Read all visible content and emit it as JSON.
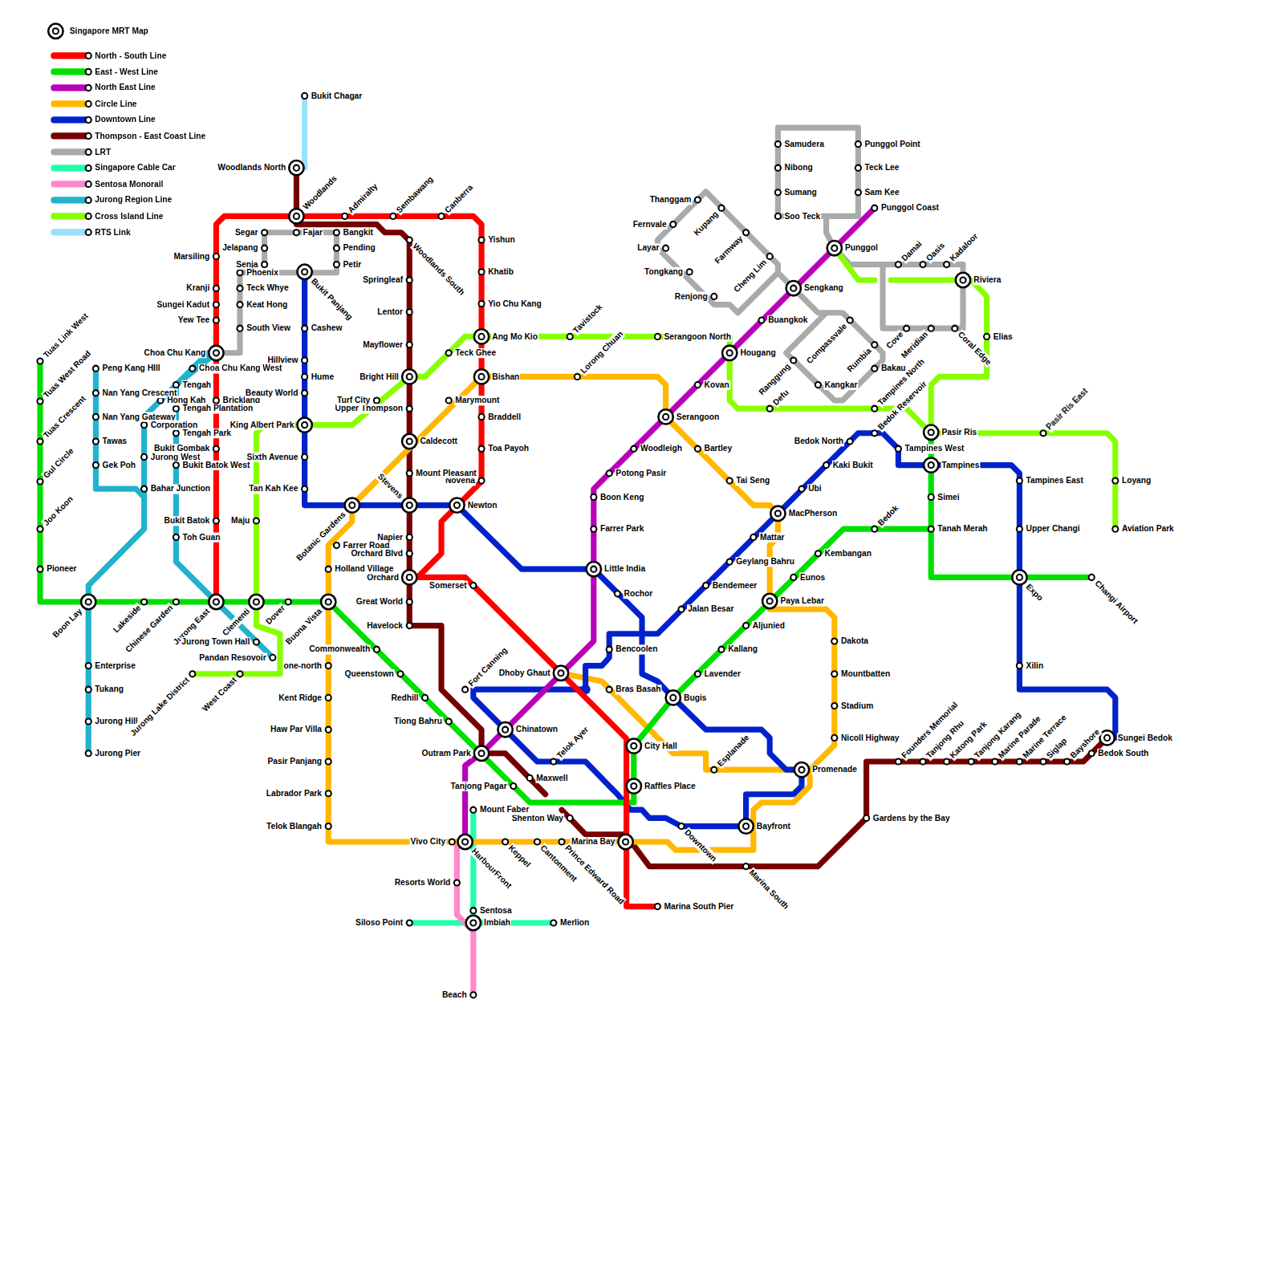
{
  "diagram": {
    "title": "Singapore MRT Map",
    "labels": [
      "Bukit Chagar",
      "Woodlands North",
      "Woodlands",
      "Admiralty",
      "Sembawang",
      "Canberra",
      "Yishun",
      "Khatib",
      "Yio Chu Kang",
      "Ang Mo Kio",
      "Bishan",
      "Braddell",
      "Toa Payoh",
      "Novena",
      "Newton",
      "Orchard",
      "Somerset",
      "Dhoby Ghaut",
      "City Hall",
      "Raffles Place",
      "Marina Bay",
      "Marina South Pier",
      "Marsiling",
      "Kranji",
      "Sungei Kadut",
      "Yew Tee",
      "Choa Chu Kang",
      "Brickland",
      "Bukit Gombak",
      "Bukit Batok",
      "Jurong East",
      "Tuas Link West",
      "Tuas West Road",
      "Tuas Crescent",
      "Gul Circle",
      "Joo Koon",
      "Pioneer",
      "Boon Lay",
      "Lakeside",
      "Chinese Garden",
      "Clementi",
      "Dover",
      "Buona Vista",
      "Commonwealth",
      "Queenstown",
      "Redhill",
      "Tiong Bahru",
      "Outram Park",
      "Tanjong Pagar",
      "Bugis",
      "Lavender",
      "Kallang",
      "Aljunied",
      "Paya Lebar",
      "Eunos",
      "Kembangan",
      "Bedok",
      "Tanah Merah",
      "Simei",
      "Tampines",
      "Pasir Ris",
      "Expo",
      "Changi Airport",
      "Punggol Coast",
      "Punggol",
      "Sengkang",
      "Buangkok",
      "Hougang",
      "Kovan",
      "Serangoon",
      "Woodleigh",
      "Potong Pasir",
      "Boon Keng",
      "Farrer Park",
      "Little India",
      "Chinatown",
      "HarbourFront",
      "Bras Basah",
      "Esplanade",
      "Promenade",
      "Nicoll Highway",
      "Stadium",
      "Mountbatten",
      "Dakota",
      "MacPherson",
      "Tai Seng",
      "Bartley",
      "Lorong Chuan",
      "Marymount",
      "Caldecott",
      "Botanic Gardens",
      "Farrer Road",
      "Holland Village",
      "one-north",
      "Kent Ridge",
      "Haw Par Villa",
      "Pasir Panjang",
      "Labrador Park",
      "Telok Blangah",
      "Vivo City",
      "Keppel",
      "Cantonment",
      "Prince Edward Road",
      "Bayfront",
      "Bukit Panjang",
      "Cashew",
      "Hillview",
      "Hume",
      "Beauty World",
      "King Albert Park",
      "Sixth Avenue",
      "Tan Kah Kee",
      "Stevens",
      "Rochor",
      "Bencoolen",
      "Jalan Besar",
      "Bendemeer",
      "Geylang Bahru",
      "Mattar",
      "Ubi",
      "Kaki Bukit",
      "Bedok North",
      "Bedok Reservoir",
      "Tampines West",
      "Tampines East",
      "Upper Changi",
      "Xilin",
      "Sungei Bedok",
      "Fort Canning",
      "Telok Ayer",
      "Downtown",
      "Woodlands South",
      "Springleaf",
      "Lentor",
      "Mayflower",
      "Bright Hill",
      "Upper Thompson",
      "Mount Pleasant",
      "Napier",
      "Orchard Blvd",
      "Great World",
      "Havelock",
      "Maxwell",
      "Shenton Way",
      "Gardens by the Bay",
      "Marina South",
      "Founders Memorial",
      "Tanjong Rhu",
      "Katong Park",
      "Tanjong Karang",
      "Marine Parade",
      "Marine Terrace",
      "Siglap",
      "Bayshore",
      "Bedok South",
      "Segar",
      "Jelapang",
      "Senja",
      "Phoenix",
      "Teck Whye",
      "Keat Hong",
      "South View",
      "Fajar",
      "Bangkit",
      "Pending",
      "Petir",
      "Thanggam",
      "Fernvale",
      "Layar",
      "Tongkang",
      "Renjong",
      "Kupang",
      "Farmway",
      "Cheng Lim",
      "Compassvale",
      "Rumbia",
      "Bakau",
      "Kangkar",
      "Ranggung",
      "Samudera",
      "Nibong",
      "Sumang",
      "Soo Teck",
      "Punggol Point",
      "Teck Lee",
      "Sam Kee",
      "Damai",
      "Oasis",
      "Kadaloor",
      "Riviera",
      "Cove",
      "Meridian",
      "Coral Edge",
      "Mount Faber",
      "Sentosa",
      "Imbiah",
      "Siloso Point",
      "Merlion",
      "Resorts World",
      "Beach",
      "Peng Kang HIll",
      "Nan Yang Crescent",
      "Nan Yang Gateway",
      "Tawas",
      "Gek Poh",
      "Bahar Junction",
      "Corporation",
      "Jurong West",
      "Hong Kah",
      "Tengah",
      "Choa Chu Kang West",
      "Tengah Plantation",
      "Tengah Park",
      "Bukit Batok West",
      "Toh Guan",
      "Jurong Town Hall",
      "Pandan Resovoir",
      "Enterprise",
      "Tukang",
      "Jurong Hill",
      "Jurong Pier",
      "Aviation Park",
      "Loyang",
      "Pasir Ris East",
      "Elias",
      "Tampines North",
      "Defu",
      "Serangoon North",
      "Tavistock",
      "Teck Ghee",
      "Turf City",
      "Maju",
      "West Coast",
      "Jurong Lake District"
    ],
    "legend": [
      {
        "text": "North - South Line",
        "color": "#ff0000"
      },
      {
        "text": "East - West Line",
        "color": "#00e000"
      },
      {
        "text": "North East Line",
        "color": "#b800b8"
      },
      {
        "text": "Circle Line",
        "color": "#ffb700"
      },
      {
        "text": "Downtown Line",
        "color": "#0022cc"
      },
      {
        "text": "Thompson - East Coast Line",
        "color": "#760000"
      },
      {
        "text": "LRT",
        "color": "#aaaaaa"
      },
      {
        "text": "Singapore Cable Car",
        "color": "#22ffaa"
      },
      {
        "text": "Sentosa Monorail",
        "color": "#ff88cc"
      },
      {
        "text": "Jurong Region Line",
        "color": "#22b2cc"
      },
      {
        "text": "Cross Island Line",
        "color": "#88ff00"
      },
      {
        "text": "RTS Link",
        "color": "#99e0ff"
      }
    ]
  }
}
